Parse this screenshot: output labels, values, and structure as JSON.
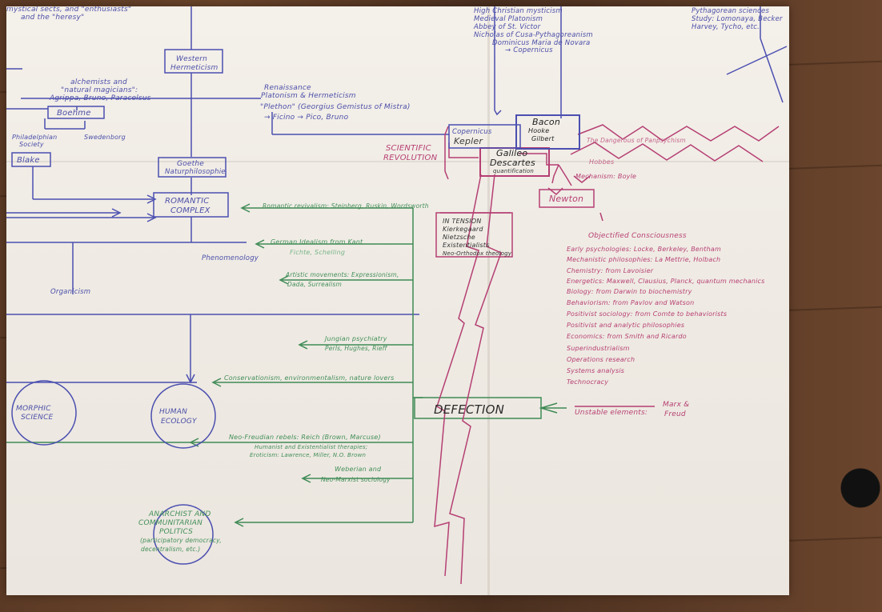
{
  "image": {
    "labels": {
      "western_hermeticism": [
        "Western",
        "Hermeticism"
      ],
      "alchemists": [
        "alchemists and",
        "\"natural magicians\":",
        "Agrippa, Bruno, Paracelsus"
      ],
      "boehme": "Boehme",
      "philadelphian": [
        "Philadelphian",
        "Society"
      ],
      "swedenborg": "Swedenborg",
      "blake": "Blake",
      "renaissance": [
        "Renaissance",
        "Platonism & Hermeticism",
        "\"Plethon\" (Georgius Gemistus of Mistra)",
        "→ Ficino → Pico, Bruno"
      ],
      "goethe": [
        "Goethe",
        "Naturphilosophie"
      ],
      "romantic_complex": [
        "ROMANTIC",
        "COMPLEX"
      ],
      "phenomenology": "Phenomenology",
      "organicism": "Organicism",
      "morphic_science": [
        "MORPHIC",
        "SCIENCE"
      ],
      "human_ecology": [
        "HUMAN",
        "ECOLOGY"
      ],
      "anarchist": [
        "ANARCHIST AND",
        "COMMUNITARIAN",
        "POLITICS",
        "(participatory democracy,",
        "decentralism, etc.)"
      ],
      "high_christian": [
        "High Christian mysticism",
        "Medieval Platonism",
        "Abbey of St. Victor",
        "Nicholas of Cusa-Pythagoreanism",
        "Dominicus Maria de Novara",
        "→ Copernicus"
      ],
      "scientific_revolution": [
        "SCIENTIFIC",
        "REVOLUTION"
      ],
      "copernicus_kepler": [
        "Copernicus",
        "Kepler"
      ],
      "bacon": [
        "Bacon",
        "Hooke",
        "Gilbert"
      ],
      "galileo_descartes": [
        "Galileo",
        "Descartes",
        "quantification"
      ],
      "mechanism_boyle": "Mechanism: Boyle",
      "hobbes": "Hobbes",
      "newton": "Newton",
      "in_tension": [
        "IN TENSION",
        "Kierkegaard",
        "Nietzsche",
        "Existentialists",
        "Neo-Orthodox theology"
      ],
      "defection": "DEFECTION",
      "objectified_consciousness": "Objectified Consciousness",
      "objectified_list": [
        "Early psychologies: Locke, Berkeley, Bentham",
        "Mechanistic philosophies: La Mettrie, Holbach",
        "Chemistry: from Lavoisier",
        "Energetics: Maxwell, Clausius, Planck, quantum mechanics",
        "Biology: from Darwin to biochemistry",
        "Behaviorism: from Pavlov and Watson",
        "Positivist sociology: from Comte to behaviorists",
        "Positivist and analytic philosophies",
        "Economics: from Smith and Ricardo",
        "Superindustrialism",
        "Operations research",
        "Systems analysis",
        "Technocracy"
      ],
      "unstable_elements": "Unstable elements:",
      "marx_freud": [
        "Marx &",
        "Freud"
      ],
      "romantic_revivalism": "Romantic revivalism: Steinberg, Ruskin, Wordsworth",
      "german_idealism": [
        "German Idealism from Kant",
        "Fichte, Schelling"
      ],
      "artistic_movements": [
        "Artistic movements: Expressionism,",
        "Dada, Surrealism"
      ],
      "jungian": [
        "Jungian psychiatry",
        "Perls, Hughes, Rieff"
      ],
      "conservationism": "Conservationism, environmentalism, nature lovers",
      "neo_freudian": "Neo-Freudian rebels: Reich (Brown, Marcuse)",
      "humanist": [
        "Humanist and Existentialist therapies;",
        "Eroticism: Lawrence, Miller, N.O. Brown"
      ],
      "weberian": [
        "Weberian and",
        "Neo-Marxist sociology"
      ],
      "top_left_a": "mystical sects, and \"enthusiasts\"",
      "top_left_b": "and the \"heresy\"",
      "top_right": [
        "Pythagorean sciences",
        "Study: Lomonaya, Becker",
        "Harvey, Tycho, etc."
      ],
      "panpsychism": "The Dangerous of Panpsychism"
    }
  }
}
